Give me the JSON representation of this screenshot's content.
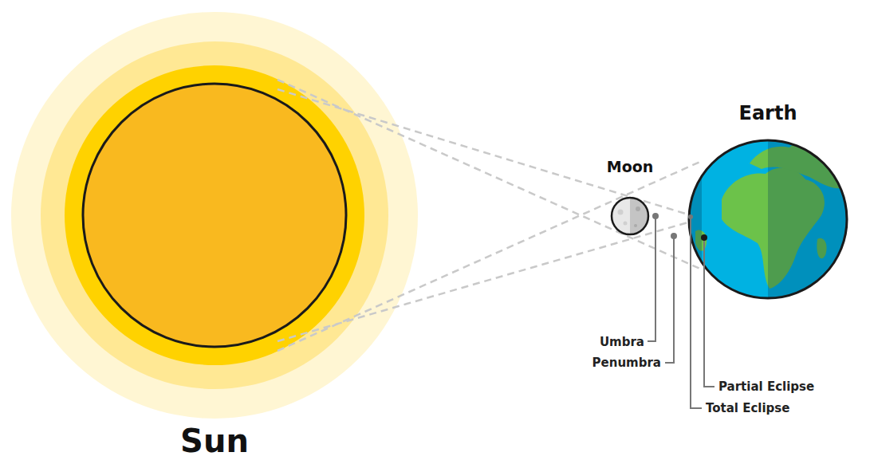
{
  "diagram": {
    "nodes": [
      {
        "text": [
          "Sun"
        ]
      },
      {
        "text": [
          "Moon"
        ]
      },
      {
        "text": [
          "Earth"
        ]
      }
    ],
    "labels": [
      "Umbra",
      "Penumbra",
      "Partial Eclipse",
      "Total Eclipse"
    ]
  }
}
